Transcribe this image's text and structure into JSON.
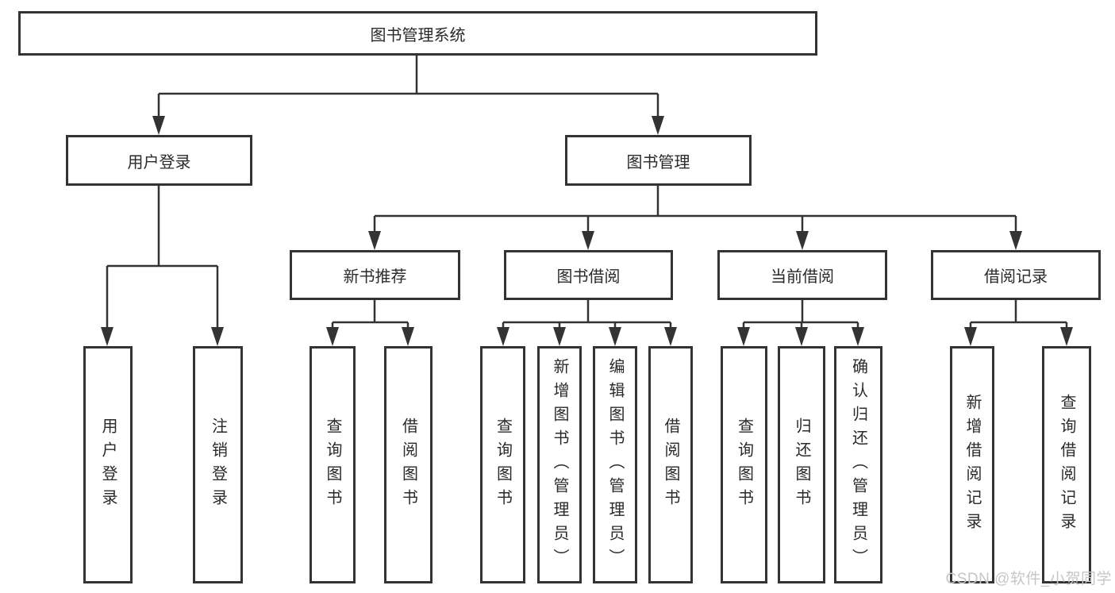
{
  "tree": {
    "label": "图书管理系统",
    "children": [
      {
        "label": "用户登录",
        "children": [
          {
            "label": "用户登录"
          },
          {
            "label": "注销登录"
          }
        ]
      },
      {
        "label": "图书管理",
        "children": [
          {
            "label": "新书推荐",
            "children": [
              {
                "label": "查询图书"
              },
              {
                "label": "借阅图书"
              }
            ]
          },
          {
            "label": "图书借阅",
            "children": [
              {
                "label": "查询图书"
              },
              {
                "label": "新增图书（管理员）"
              },
              {
                "label": "编辑图书（管理员）"
              },
              {
                "label": "借阅图书"
              }
            ]
          },
          {
            "label": "当前借阅",
            "children": [
              {
                "label": "查询图书"
              },
              {
                "label": "归还图书"
              },
              {
                "label": "确认归还（管理员）"
              }
            ]
          },
          {
            "label": "借阅记录",
            "children": [
              {
                "label": "新增借阅记录"
              },
              {
                "label": "查询借阅记录"
              }
            ]
          }
        ]
      }
    ]
  },
  "watermark": {
    "text": "CSDN @软件_小贺同学"
  },
  "colors": {
    "line": "#333333",
    "border": "#333333",
    "text": "#2a2a2a",
    "background": "#ffffff",
    "watermark": "#c6c6c6"
  }
}
